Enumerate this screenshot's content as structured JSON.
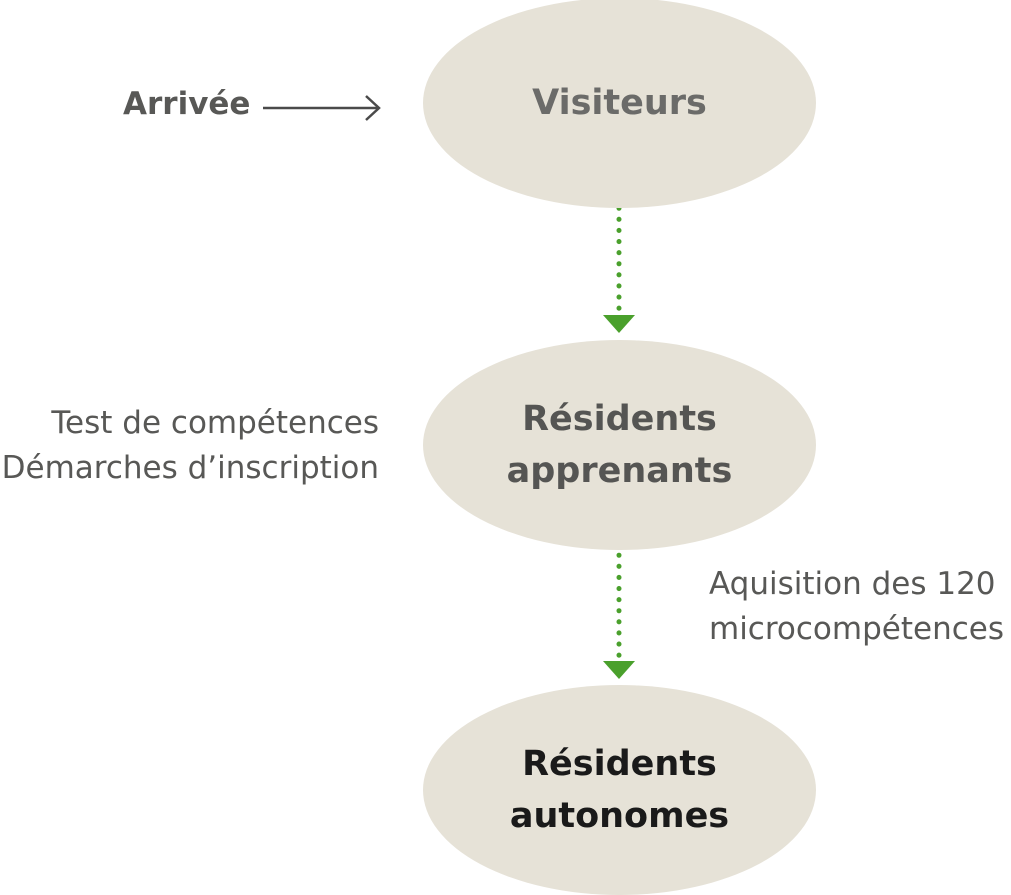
{
  "colors": {
    "node_fill": "#e6e2d7",
    "node_text_light": "#6b6b69",
    "node_text_dark": "#555553",
    "node_text_final": "#1a1a1a",
    "label_text": "#585856",
    "arrow_black": "#4a4a4a",
    "arrow_green": "#4aa02c"
  },
  "nodes": {
    "visiteurs": {
      "label": "Visiteurs"
    },
    "apprenants": {
      "line1": "Résidents",
      "line2": "apprenants"
    },
    "autonomes": {
      "line1": "Résidents",
      "line2": "autonomes"
    }
  },
  "labels": {
    "arrivee": "Arrivée",
    "step1": {
      "line1": "Test de compétences",
      "line2": "Démarches d’inscription"
    },
    "step2": {
      "line1": "Aquisition des 120",
      "line2": "microcompétences"
    }
  },
  "icons": {
    "entry_arrow": "arrow-right-icon",
    "transition_arrow": "dotted-arrow-down-icon"
  }
}
